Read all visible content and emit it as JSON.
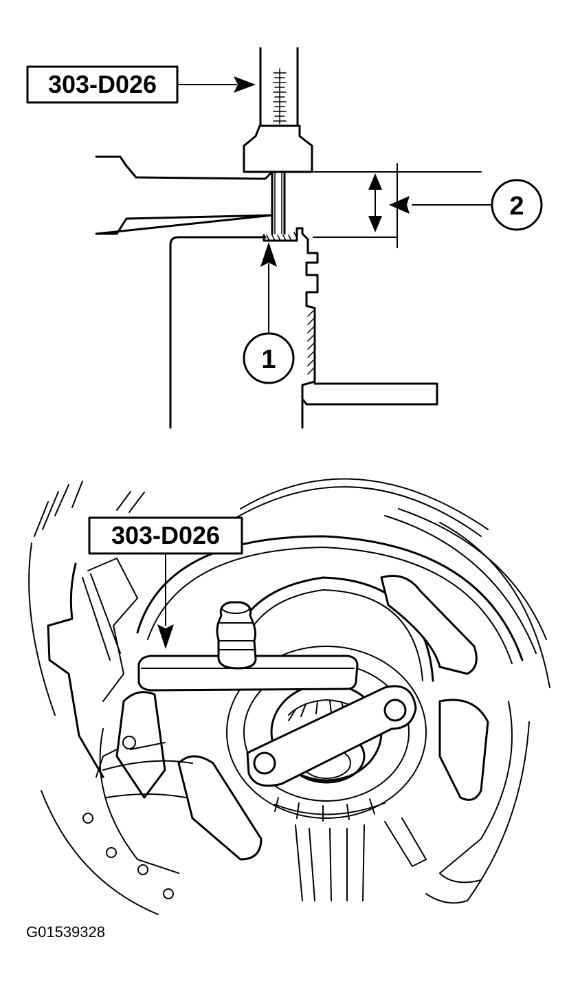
{
  "figure": {
    "top_tool_label": "303-D026",
    "bottom_tool_label": "303-D026",
    "callouts": [
      "1",
      "2"
    ],
    "image_code": "G01539328"
  },
  "icons": {
    "arrow": "arrow-icon",
    "double_arrow": "double-arrow-icon"
  }
}
